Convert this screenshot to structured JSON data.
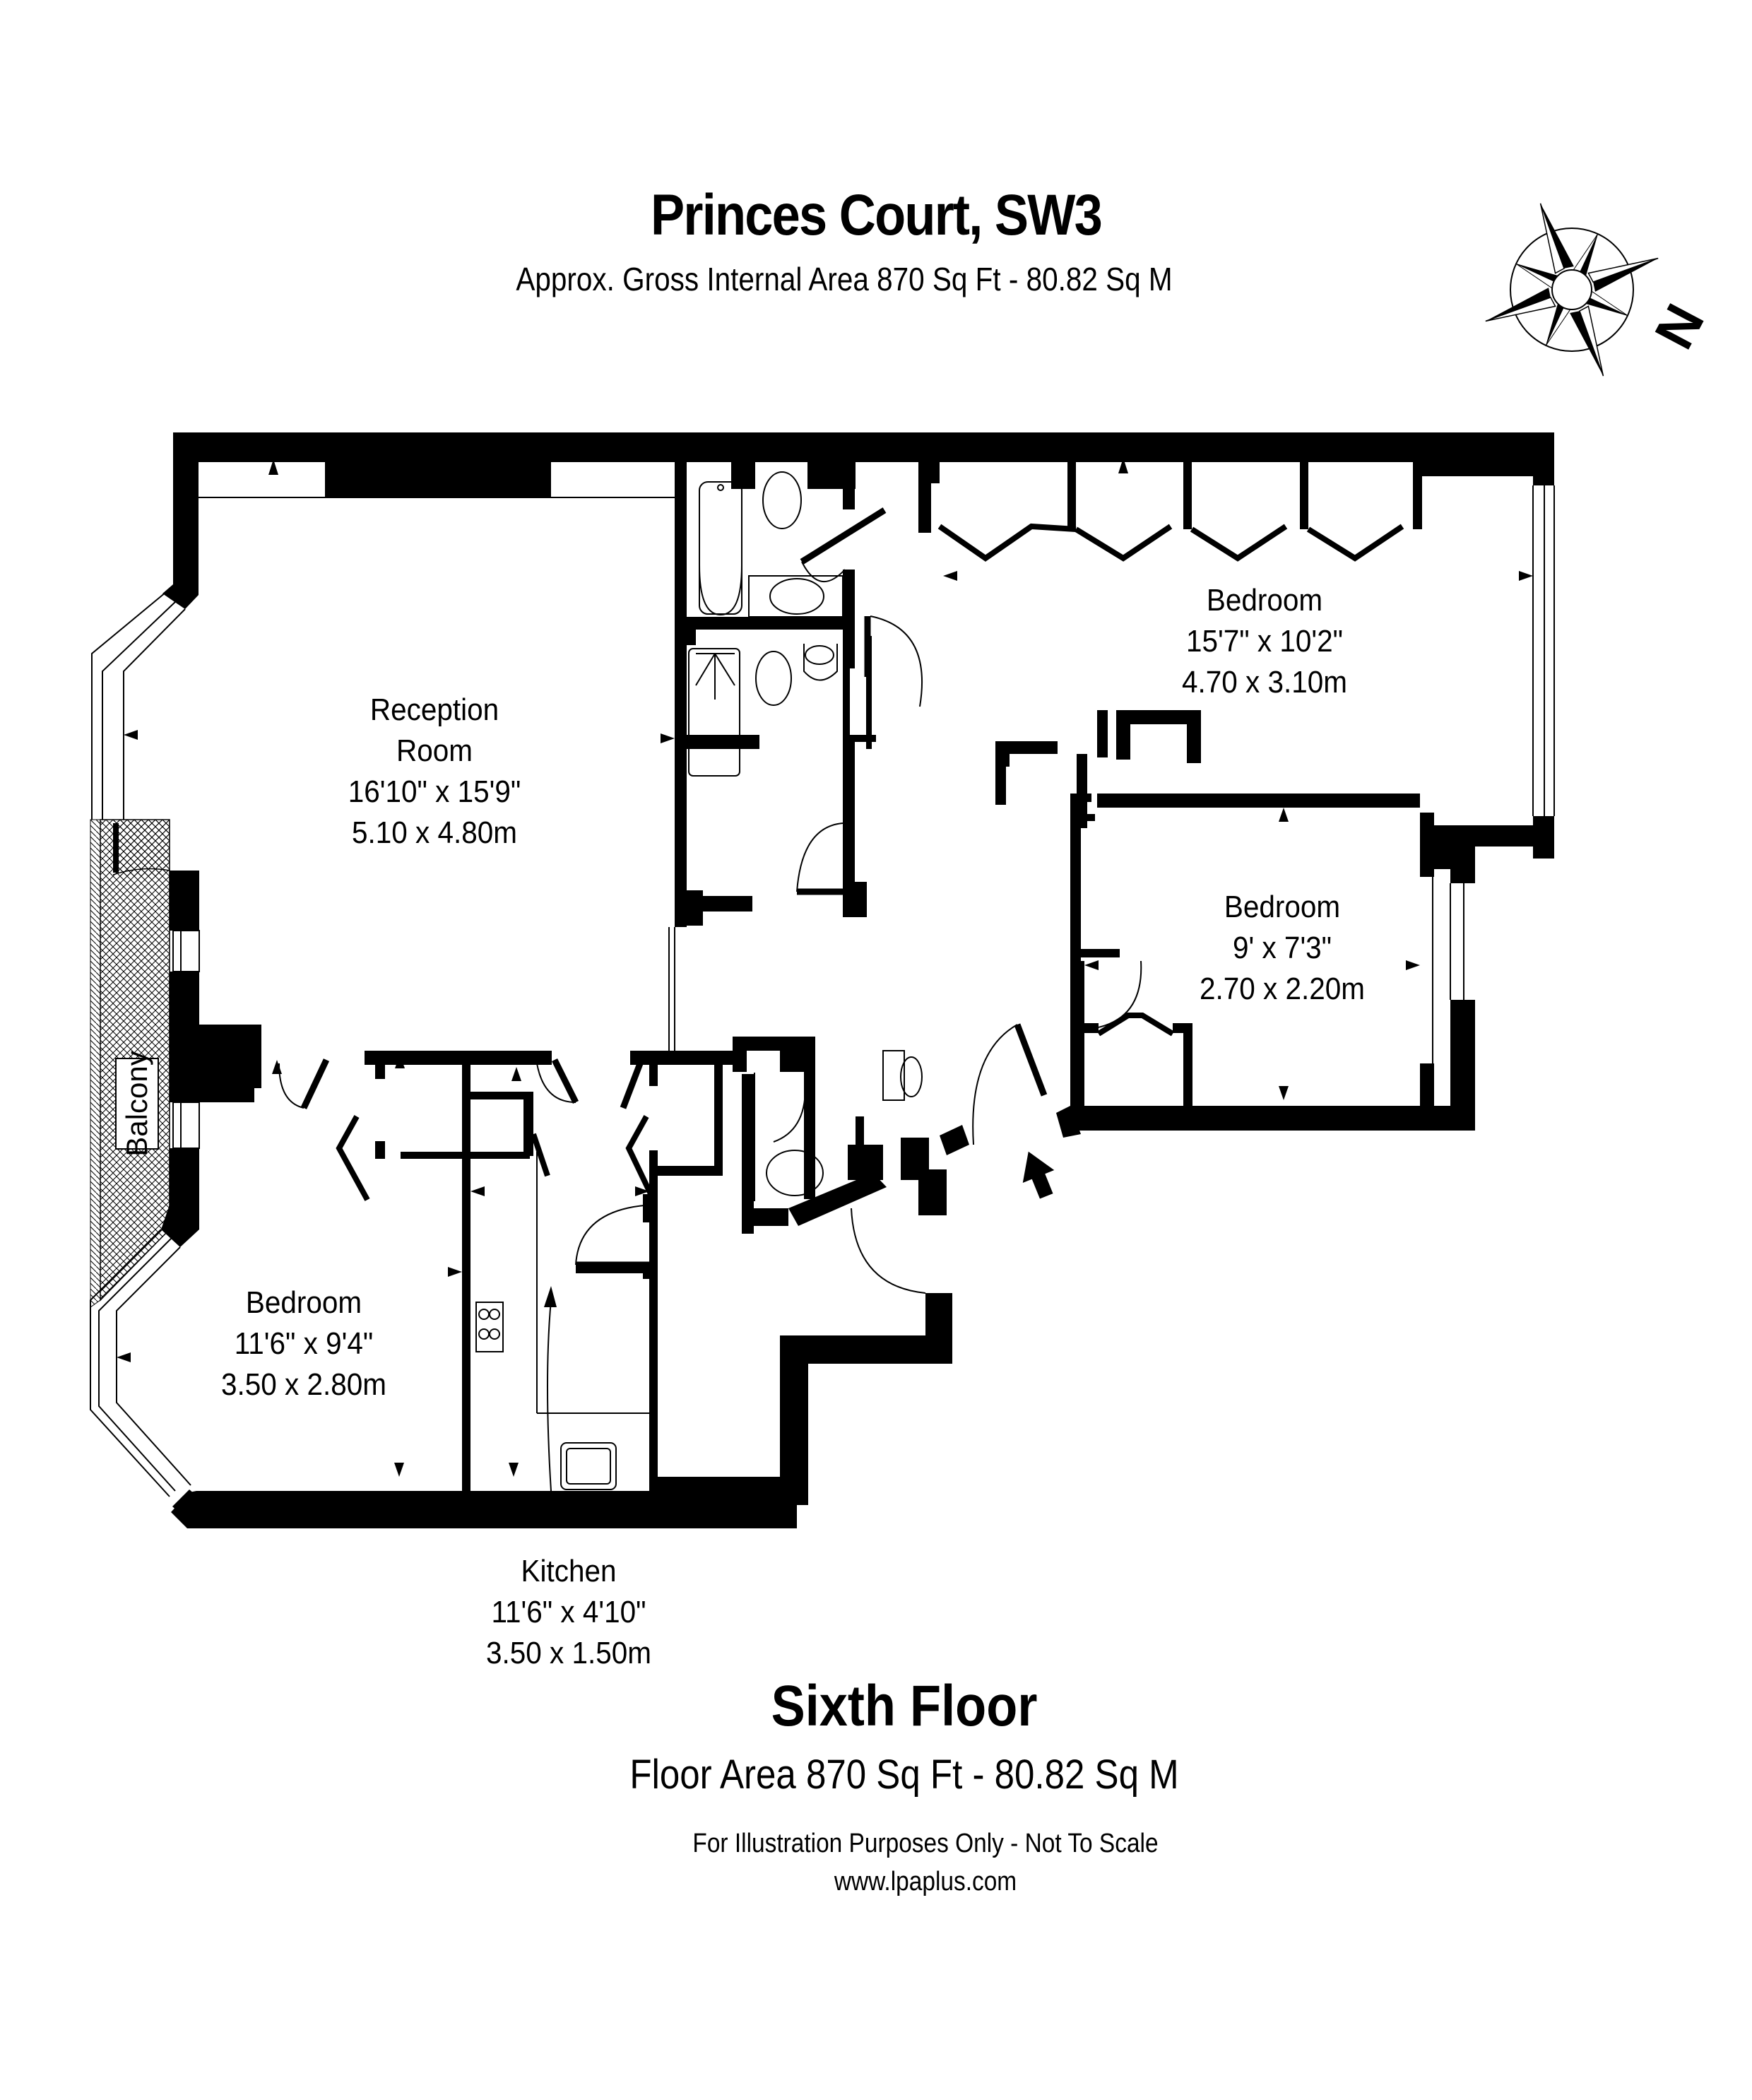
{
  "header": {
    "title": "Princes Court, SW3",
    "subtitle": "Approx. Gross Internal Area 870 Sq Ft - 80.82 Sq M"
  },
  "compass": {
    "label": "N",
    "icon": "compass-rose-icon"
  },
  "rooms": [
    {
      "id": "reception",
      "name_line1": "Reception",
      "name_line2": "Room",
      "imperial": "16'10\" x 15'9\"",
      "metric": "5.10 x 4.80m"
    },
    {
      "id": "bedroom-1",
      "name": "Bedroom",
      "imperial": "15'7\" x 10'2\"",
      "metric": "4.70 x 3.10m"
    },
    {
      "id": "bedroom-2",
      "name": "Bedroom",
      "imperial": "9' x 7'3\"",
      "metric": "2.70 x 2.20m"
    },
    {
      "id": "bedroom-3",
      "name": "Bedroom",
      "imperial": "11'6\" x 9'4\"",
      "metric": "3.50 x 2.80m"
    },
    {
      "id": "kitchen",
      "name": "Kitchen",
      "imperial": "11'6\" x 4'10\"",
      "metric": "3.50 x 1.50m"
    }
  ],
  "balcony": {
    "label": "Balcony"
  },
  "entrance": {
    "icon": "entrance-arrow-icon"
  },
  "footer": {
    "floor_name": "Sixth Floor",
    "floor_area": "Floor Area 870 Sq Ft - 80.82 Sq M",
    "disclaimer": "For Illustration Purposes Only - Not To Scale",
    "website": "www.lpaplus.com"
  },
  "colors": {
    "wall": "#000000",
    "background": "#ffffff",
    "line": "#000000"
  }
}
